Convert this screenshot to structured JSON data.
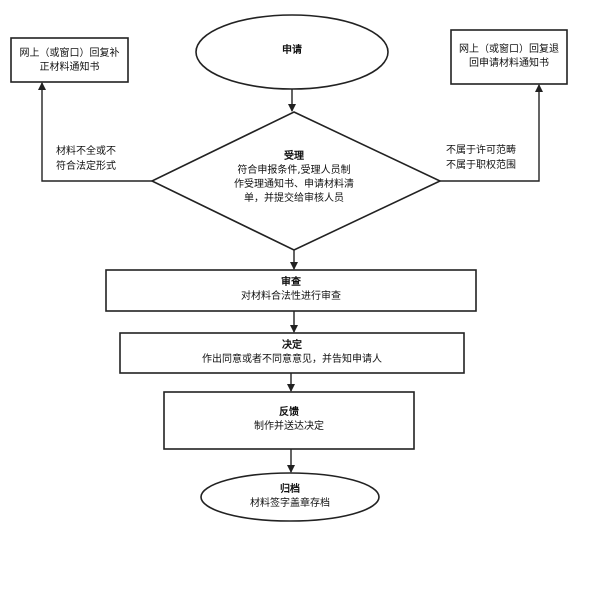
{
  "nodes": {
    "apply": {
      "title": "申请",
      "body": []
    },
    "accept": {
      "title": "受理",
      "body": [
        "符合申报条件,受理人员制",
        "作受理通知书、申请材料清",
        "单，并提交给审核人员"
      ]
    },
    "review": {
      "title": "审查",
      "body": [
        "对材料合法性进行审查"
      ]
    },
    "decision": {
      "title": "决定",
      "body": [
        "作出同意或者不同意意见，并告知申请人"
      ]
    },
    "feedback": {
      "title": "反馈",
      "body": [
        "制作并送达决定"
      ]
    },
    "archive": {
      "title": "归档",
      "body": [
        "材料签字盖章存档"
      ]
    },
    "left_box": {
      "title": "",
      "body": [
        "网上（或窗口）回复补",
        "正材料通知书"
      ]
    },
    "right_box": {
      "title": "",
      "body": [
        "网上（或窗口）回复退",
        "回申请材料通知书"
      ]
    }
  },
  "edges": {
    "left_label": [
      "材料不全或不",
      "符合法定形式"
    ],
    "right_label": [
      "不属于许可范畴",
      "不属于职权范围"
    ]
  }
}
